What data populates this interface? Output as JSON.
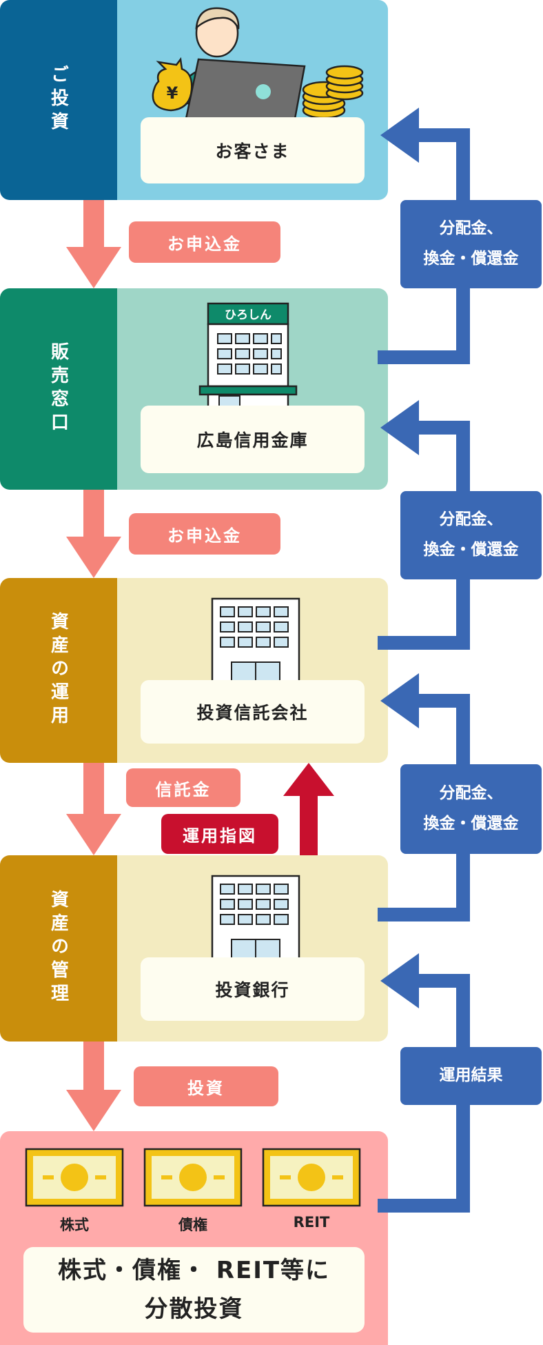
{
  "stages": [
    {
      "side_label": "ご投資",
      "name": "お客さま",
      "colors": {
        "side": "#0a6495",
        "body": "#84cfe4"
      }
    },
    {
      "side_label": "販売窓口",
      "name": "広島信用金庫",
      "colors": {
        "side": "#0e8a6a",
        "body": "#9fd6c7"
      }
    },
    {
      "side_label": "資産の運用",
      "name": "投資信託会社",
      "colors": {
        "side": "#c98e0c",
        "body": "#f3ebc0"
      }
    },
    {
      "side_label": "資産の管理",
      "name": "投資銀行",
      "colors": {
        "side": "#c98e0c",
        "body": "#f3ebc0"
      }
    }
  ],
  "bank_sign": "ひろしん",
  "yen_symbol": "¥",
  "flows": {
    "down": [
      "お申込金",
      "お申込金",
      "信託金",
      "投資"
    ],
    "instruction": "運用指図",
    "up": [
      "分配金、\n換金・償還金",
      "分配金、\n換金・償還金",
      "分配金、\n換金・償還金",
      "運用結果"
    ]
  },
  "assets": {
    "items": [
      "株式",
      "債権",
      "REIT"
    ],
    "summary": "株式・債権・ REIT等に\n分散投資"
  },
  "palette": {
    "salmon": "#f5847a",
    "red": "#c8102e",
    "blue": "#3a68b4",
    "pink": "#ffaaaa",
    "cream": "#fefdf0"
  }
}
